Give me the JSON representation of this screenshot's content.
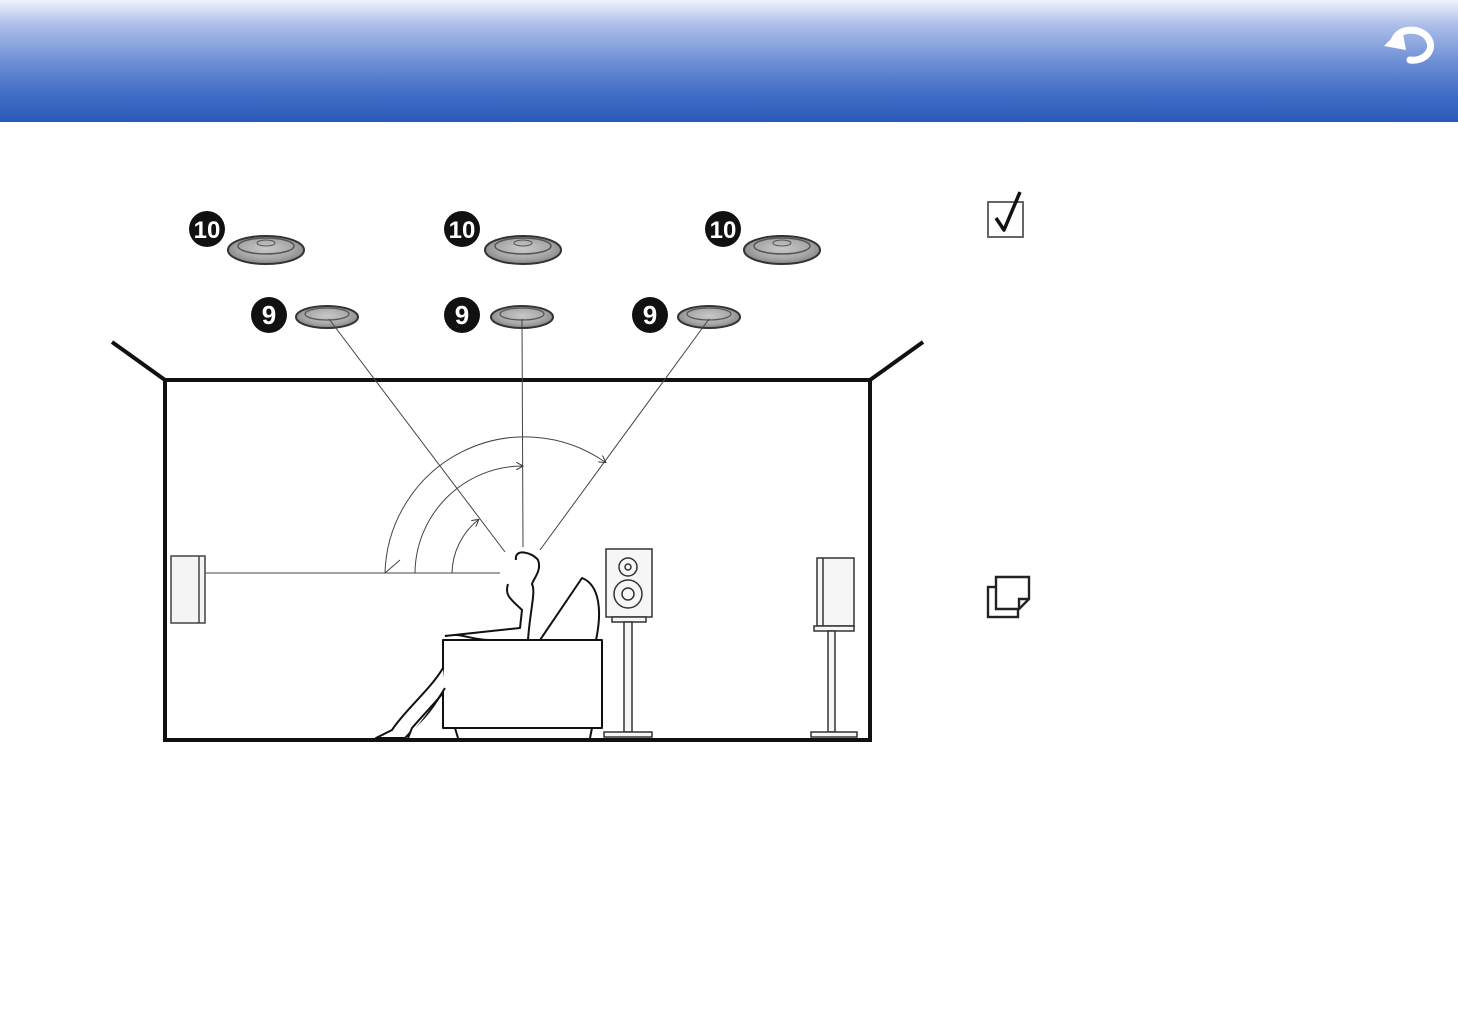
{
  "header": {
    "back_icon": "back-arrow-icon",
    "gradient_top": "#eef2fb",
    "gradient_bottom": "#2a5ab8"
  },
  "diagram": {
    "top_layer_badges": [
      "10",
      "10",
      "10"
    ],
    "middle_layer_badges": [
      "9",
      "9",
      "9"
    ]
  },
  "side_icons": {
    "check_icon": "checkbox-check-icon",
    "note_icon": "note-pages-icon"
  }
}
